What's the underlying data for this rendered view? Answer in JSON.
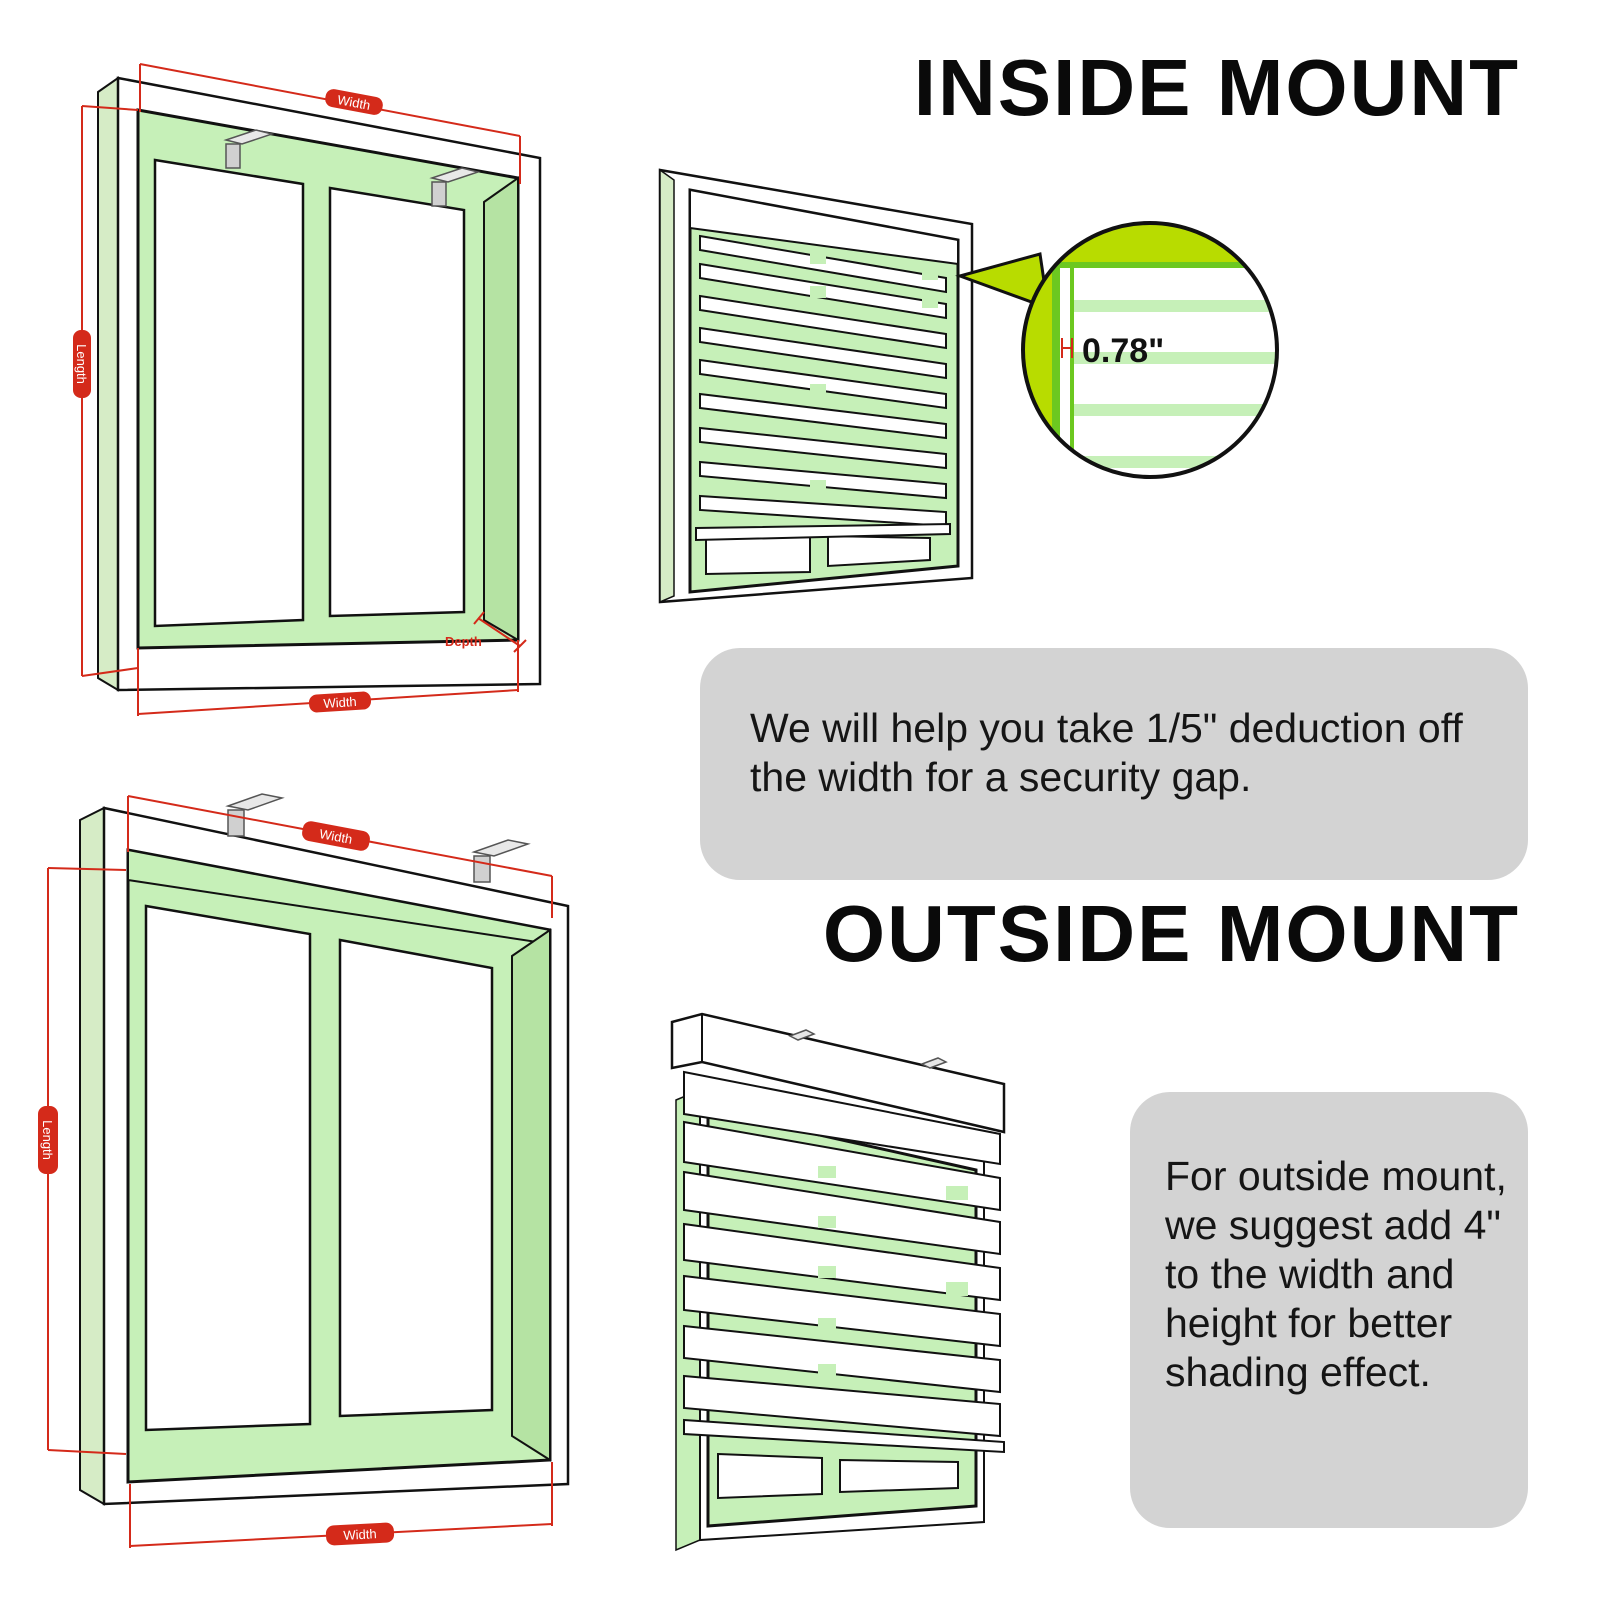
{
  "headings": {
    "inside_mount": "INSIDE MOUNT",
    "outside_mount": "OUTSIDE MOUNT"
  },
  "notes": {
    "inside": "We will help you take 1/5\" deduction off the width for a security gap.",
    "outside": "For outside mount, we suggest add 4\" to the width and height for better shading effect."
  },
  "labels": {
    "width": "Width",
    "length": "Length",
    "depth": "Depth",
    "gap": "0.78\""
  },
  "colors": {
    "frame_green": "#c6f0b8",
    "wall_green": "#d6ecc6",
    "callout_green": "#b8dc00",
    "dimension_red": "#d42a1a",
    "note_gray": "#d3d3d3"
  }
}
